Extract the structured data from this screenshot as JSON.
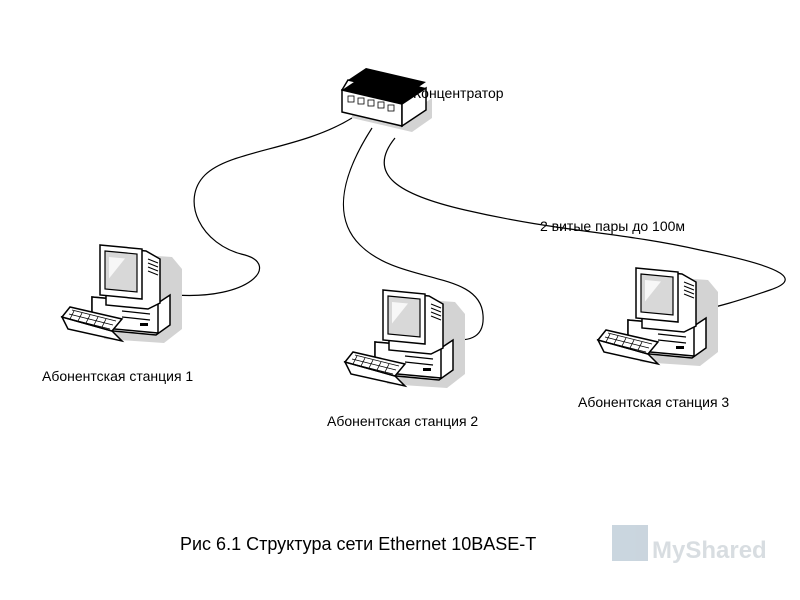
{
  "hub": {
    "label": "Концентратор"
  },
  "cable": {
    "label": "2 витые пары до 100м"
  },
  "stations": [
    {
      "label": "Абонентская станция 1"
    },
    {
      "label": "Абонентская станция 2"
    },
    {
      "label": "Абонентская станция 3"
    }
  ],
  "caption": "Рис 6.1 Структура сети Ethernet 10BASE-T",
  "watermark": {
    "text": "MyShared"
  },
  "colors": {
    "line": "#000000",
    "shadow": "#cfcfcf",
    "screen": "#dcdcdc",
    "body": "#ffffff"
  }
}
